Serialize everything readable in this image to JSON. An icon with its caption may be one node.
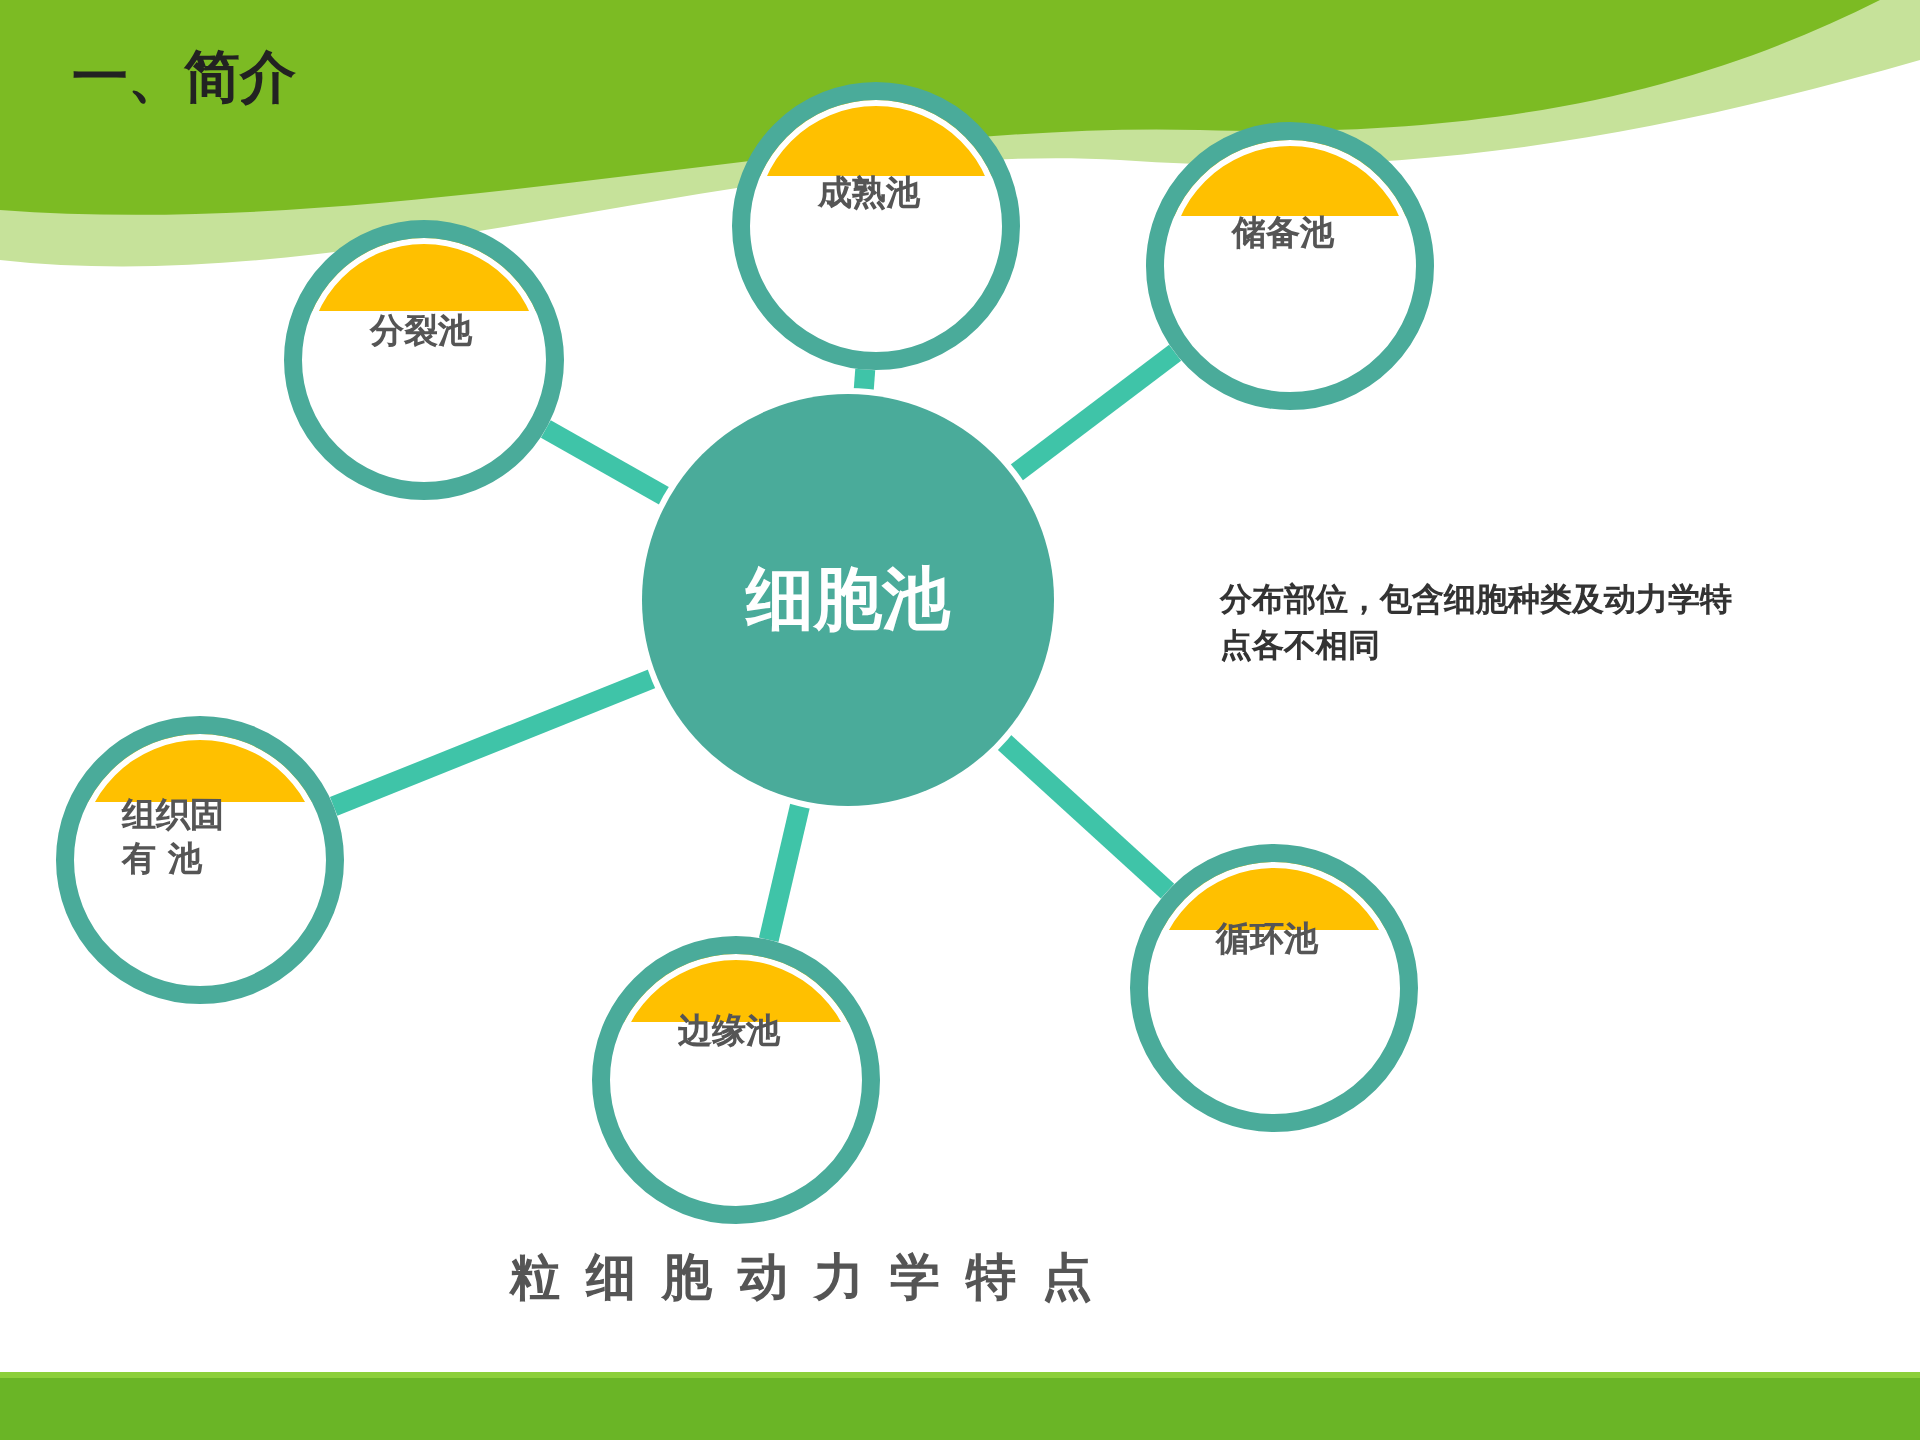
{
  "diagram": {
    "title": "一、简介",
    "caption": "粒细胞动力学特点",
    "nodes": [
      {
        "text": [
          "细胞池"
        ]
      },
      {
        "text": [
          "分裂池"
        ]
      },
      {
        "text": [
          "成熟池"
        ]
      },
      {
        "text": [
          "储备池"
        ]
      },
      {
        "text": [
          "组织固有 池"
        ]
      },
      {
        "text": [
          "边缘池"
        ]
      },
      {
        "text": [
          "循环池"
        ]
      }
    ],
    "edges": [
      {
        "from": 0,
        "to": 1,
        "arrow": "none"
      },
      {
        "from": 0,
        "to": 2,
        "arrow": "none"
      },
      {
        "from": 0,
        "to": 3,
        "arrow": "none"
      },
      {
        "from": 0,
        "to": 4,
        "arrow": "none"
      },
      {
        "from": 0,
        "to": 5,
        "arrow": "none"
      },
      {
        "from": 0,
        "to": 6,
        "arrow": "none"
      }
    ],
    "labels": [
      "分布部位，包含细胞种类及动力学特点各不相同"
    ]
  }
}
